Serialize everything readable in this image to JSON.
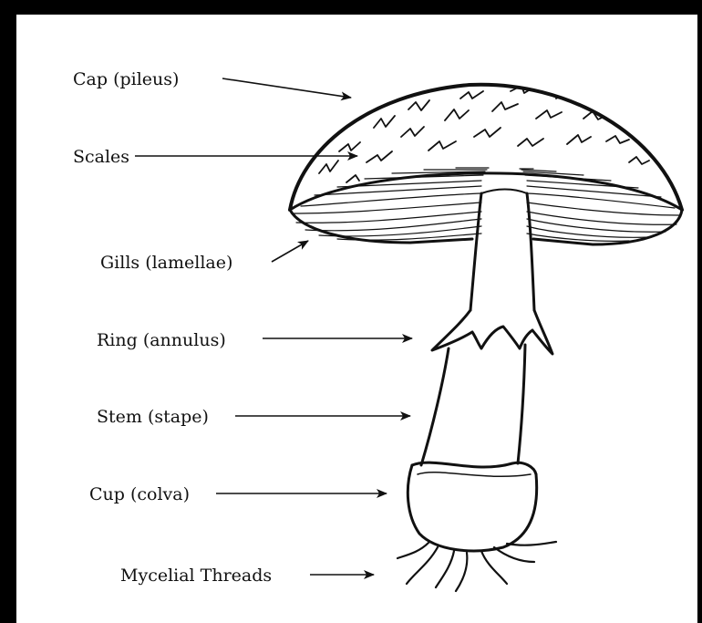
{
  "colors": {
    "frame": "#000000",
    "background": "#ffffff",
    "ink": "#111111"
  },
  "labels": {
    "cap": "Cap (pileus)",
    "scales": "Scales",
    "gills": "Gills (lamellae)",
    "ring": "Ring (annulus)",
    "stem": "Stem (stape)",
    "cup": "Cup (colva)",
    "mycelial": "Mycelial Threads"
  }
}
